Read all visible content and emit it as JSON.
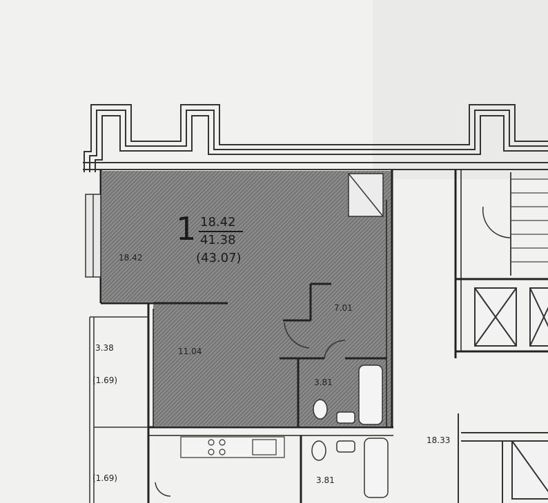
{
  "apartment": {
    "rooms": "1",
    "living_area": "18.42",
    "total_area": "41.38",
    "total_with_balcony": "(43.07)"
  },
  "rooms": {
    "living_room": "18.42",
    "kitchen": "11.04",
    "hall": "7.01",
    "bathroom": "3.81",
    "balcony": "3.38",
    "balcony_reduced_upper": "(1.69)",
    "balcony_reduced_lower": "(1.69)",
    "neighbor_bathroom": "3.81",
    "corridor": "18.33"
  }
}
